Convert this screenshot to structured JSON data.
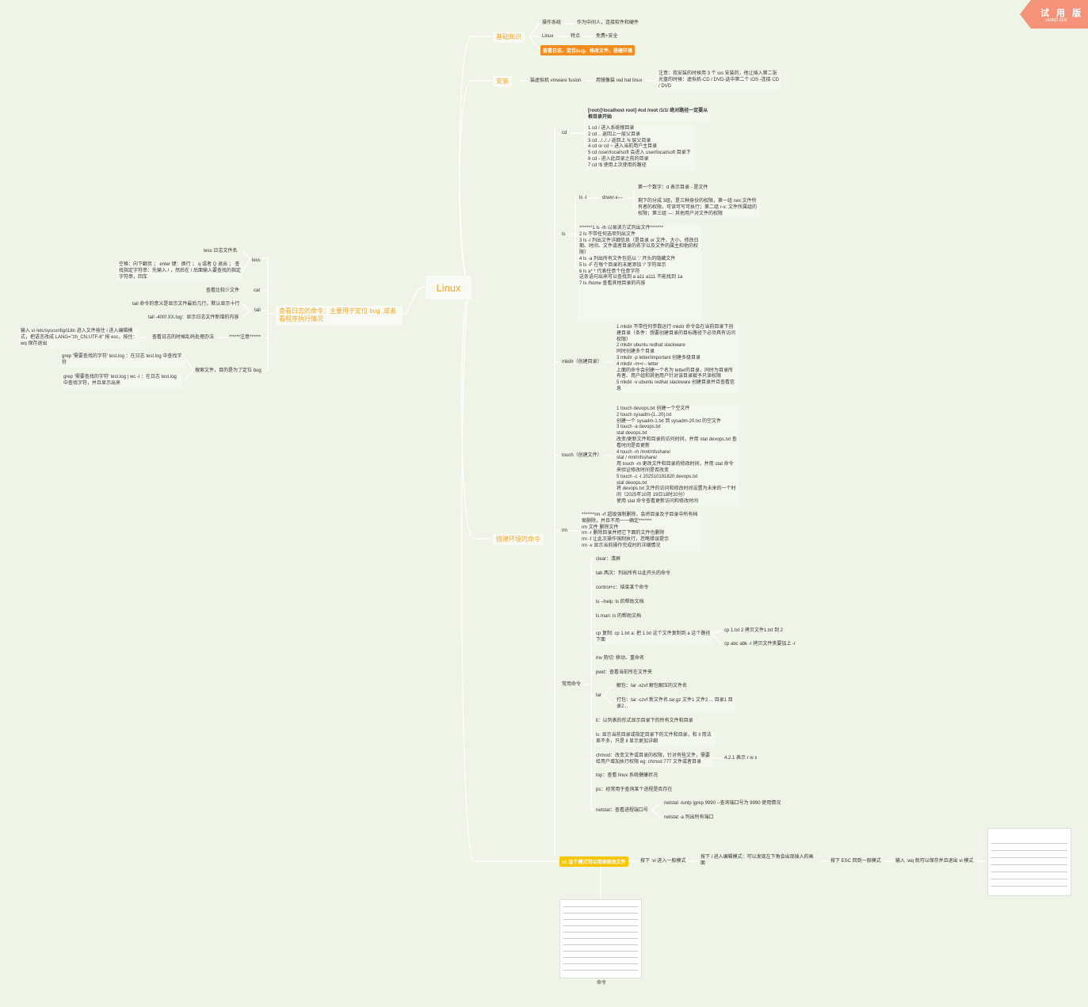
{
  "badge": {
    "title": "试 用 版",
    "subtitle": "XMIND ZEN"
  },
  "central": "Linux",
  "basics": {
    "title": "基础知识",
    "os_label": "操作系统",
    "os_desc": "作为中间人，连接软件和硬件",
    "linux_label": "Linux",
    "feature_label": "特点",
    "feature_value": "免费+安全",
    "highlight": "查看日志、定位bug、修改文件、搭建环境"
  },
  "install": {
    "title": "安装",
    "vm": "装虚拟机 vmware fusion",
    "image": "用镜像装 red hat linux",
    "note": "注意：我安装的时候用 3 个 ios 安装的，他让插入第二张光盘的时候：虚拟机-CD / DVD-选中第二个 iOS -连接 CD / DVD"
  },
  "logs": {
    "title": "查看日志的命令：主要用于定位 bug ,或者看程序执行情况",
    "less": "less",
    "less_file": "less 日志文件名",
    "less_keys": "空格：向下翻页 ；  enter 键：换行 ；  q 或者 Q 退出 ；  查找指定字符串：先输入 / ，然后在 / 后面输入要查找的指定字符串，回车",
    "cat": "cat",
    "cat_desc": "查看比较少文件",
    "tail": "tail",
    "tail_desc1": "tail 命令的意义是显示文件最后几行，默认显示十行",
    "tail_desc2": "tail -400f XX.log：显示日志文件新增的内容",
    "note_label": "******注意******",
    "garbled": "查看日志的时候乱码处理办法",
    "garbled_fix": "输入 vi /etc/sysconfig/i18n 进入文件按住 i 进入编辑模式，把语言改成 LANG=\"zh_CN.UTF-8\" 按 esc，按住：wq 保存退出",
    "search": "搜索文件，目的是为了定位 bug",
    "grep1": "grep '需要查找的字符' test.log ：在日志 test.log 中查找字符",
    "grep2": "grep '需要查找的字符' test.log | wc -l ：在日志 test.log 中查找字符，并且显示出来"
  },
  "env": {
    "title": "搭建环境的命令",
    "cd": {
      "label": "cd",
      "head": "[root@localhost root] #cd /root /1/1/   绝对路径一定要从根目录开始",
      "items": "1 cd / 进入系统根目录\n2 cd .. 返回上一层父目录\n3 cd ../../../ 返回上 N 层父目录\n4 cd or cd ~ 进入当前用户主目录\n5 cd /user/local/soft 会进入 user/local/soft 目录下\n6 cd - 进入此目录之前的目录\n7 cd !$ 使用上次使用的路径"
    },
    "ls": {
      "label": "ls",
      "ll_label": "ls -l",
      "perm": "drwxr-x---",
      "first_digit": "第一个数字：d 表示目录 - 是文件",
      "perm_desc": "剩下的分成 3组，是三种身份的权限，第一组 rwx:文件所有者的权限，可读可写可执行；第二组 r-x: 文件所属组的权限；第三组 ---: 其他用户对文件的权限",
      "items": "*******1 ls -lh 以易读方式列出文件*******\n2 ls 不带任何选项列出文件\n3 ls -l 列出文件详细信息（是目录 or 文件、大小、修改日期、时间、文件或者目录的名字以及文件的属主和他的权限）\n4 ls -a 列出所有文件包括以 '.' 开头的隐藏文件\n5 ls -F 在每个目录的末尾添加 '/' 字符显示\n6 ls a* * 代表任意个任意字符\n这条语句出来可以查找到 a a11 a111 不能找到 1a\n7 ls /home 查看其他目录的内容"
    },
    "mkdir": {
      "label": "mkdir（创建目录）",
      "items": "1 mkdir 不带任何参数运行 mkdir 命令会在当前目录下创建目录（条件：想要创建目录的目标路径下必须具有访问权限）\n2 mkdir ubuntu redhat slackware\n同时创建多个目录\n3 mkdir -p letter/important 创建多级目录\n4 mkdir -m=r-- letter\n上面的命令会创建一个名为 letter的目录，同时为目录所有者、用户组和其他用户针对该目录赋予只读权限\n5 mkdir -v ubuntu redhat slackware 创建目录并且查看信息"
    },
    "touch": {
      "label": "touch（创建文件）",
      "items": "1 touch devops.txt 创建一个空文件\n2 touch sysadm-{1..20}.txt\n创建一个 sysadm-1.txt 到 sysadm-20.txt 的空文件\n3 touch -a devops.txt\nstat devops.txt\n改变/更新文件和目录的访问时间，并用  stat devops.txt 查看时间是否更新\n4 touch -m /mnt/nfsshare/\nstat  / mnt/nfsshare/\n用 touch -m 更改文件和目录的修改时间，并用 stat 命令来验证修改时间是否改变\n5 touch -c -t 202510191820 devops.txt\nstat devops.txt\n将 devops.txt 文件的访问和修改时间设置为未来的一个时间（2025年10月 19日18时20分）\n使用 stat 命令查看更新访问和修改时间"
    },
    "rm": {
      "label": "rm",
      "items": "*******rm -rf 超级强制删除，会将目录及子目录中所有档案删除，并且不用一一确定*******\n rm 文件 删除文件\nrm -r 删除目录并把它下面的文件也删除\nrm -f 让此次操作强制执行，忽略错误提示\nrm -v 显示当前操作完成时的详细情况"
    },
    "common": {
      "label": "常用命令",
      "clear": "clear：清屏",
      "tab": "tab 两次：列出所有以此开头的命令",
      "ctrlc": "control+c：结束某个命令",
      "help": "ls --help :ls 的帮助文档",
      "man": "ls man: ls 的帮助文档",
      "cp": "cp 复制: cp 1.txt a: 把 1.txt 这个文件复制到 a 这个路径下面",
      "cp1": "cp 1.txt 2 拷贝文件1.txt 到 2",
      "cp2": "cp abc abk -r 拷贝文件夹要加上 -r",
      "mv": "mv 剪切: 移动、重命名",
      "pwd": "pwd：查看当前所在文件夹",
      "tar": "tar",
      "tar1": "解包：tar -xzvf 解包解压的文件名",
      "tar2": "打包：tar -czvf 新文件名.tar.gz 文件1 文件2 ... 目录1 目录2...",
      "ll": "ll：以列表的形式显示目录下的所有文件和目录",
      "lsx": "ls: 显示当前目录或指定目录下的文件和目录，和 ll 用法差不多，只是 ll 显示更加详细",
      "chmod": "chmod：改变文件或目录的权限，针对有些文件，需要给用户增加执行权限 eg: chmod 777 文件或者目录",
      "chmod_note": "4.2.1 表示 r w x",
      "top": "top：查看 linux 系统健康状况",
      "ps": "ps：经常用于查询某个进程是否存在",
      "netstat": "netstat：查看进程端口号",
      "netstat1": "netstat -tunlp |grep 9990 --查询端口号为 9990 使用情况",
      "netstat2": "netstat -a 列出所有端口"
    }
  },
  "vi": {
    "title": "vi: 这个模式可以用来修改文件",
    "step1": "按下 :vi 进入一般模式",
    "step2": "按下 i 进入编辑模式：可以发现左下角会出现插入的画面",
    "step3": "按下 ESC 回到一般模式",
    "step4": "输入 :wq 就可以保存并且退出 vi 模式",
    "image_caption": "命令"
  }
}
